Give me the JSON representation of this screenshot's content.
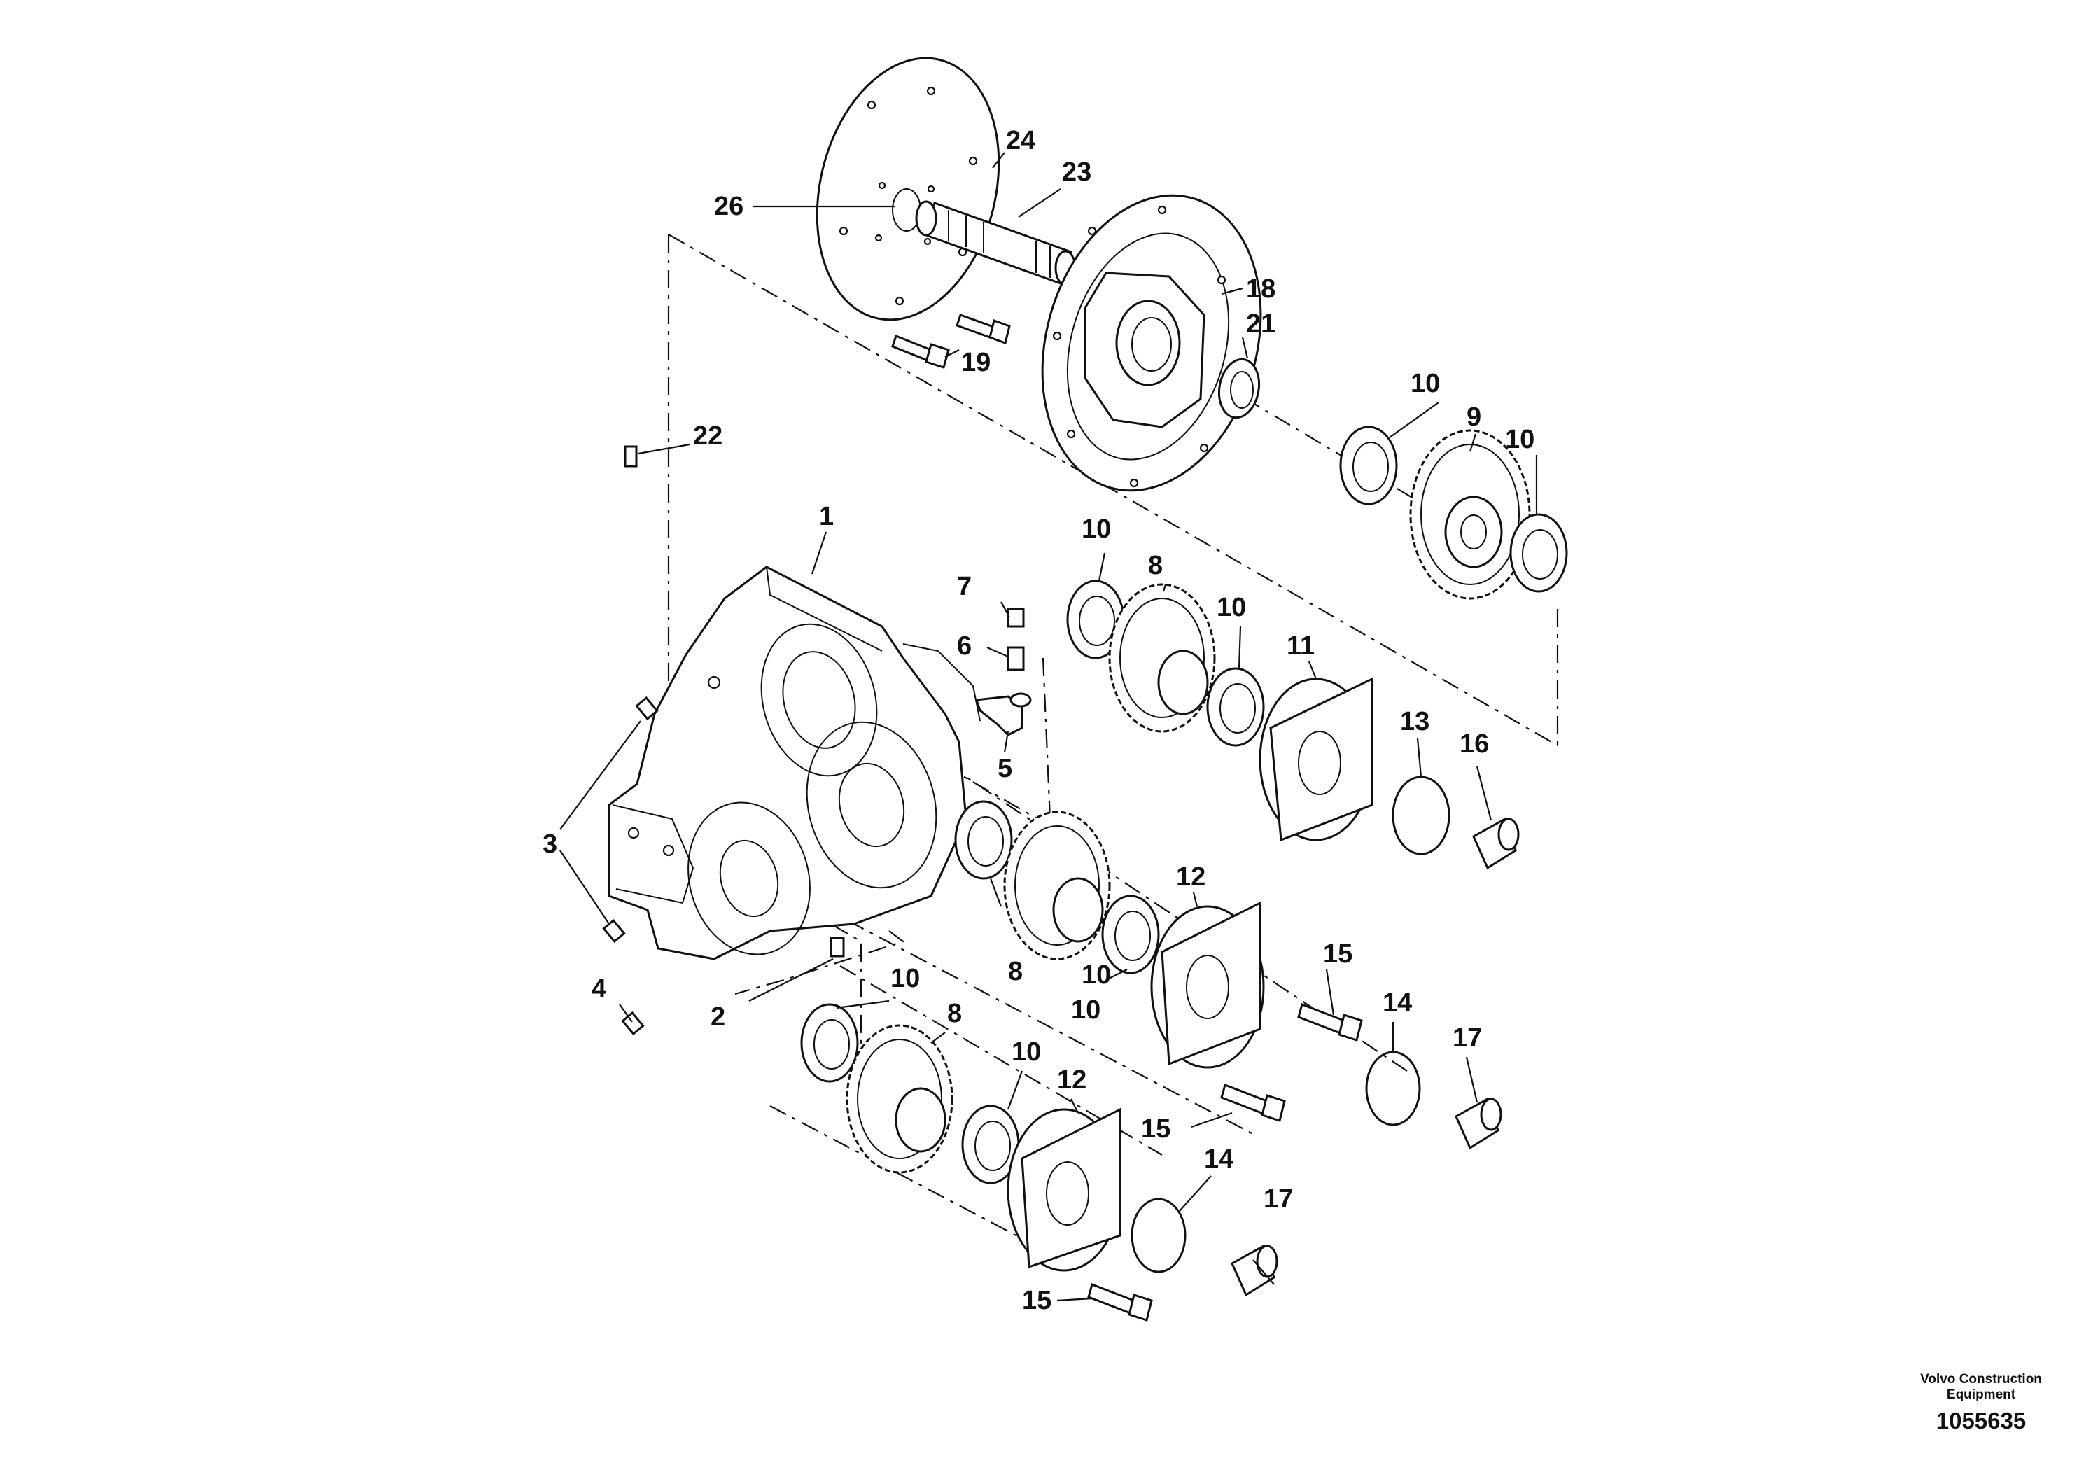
{
  "callouts": [
    "1",
    "2",
    "3",
    "4",
    "5",
    "6",
    "7",
    "8",
    "9",
    "10",
    "11",
    "12",
    "13",
    "14",
    "15",
    "16",
    "17",
    "18",
    "19",
    "21",
    "22",
    "23",
    "24",
    "26"
  ],
  "brand": {
    "line1": "Volvo Construction",
    "line2": "Equipment"
  },
  "figure_code": "1055635"
}
